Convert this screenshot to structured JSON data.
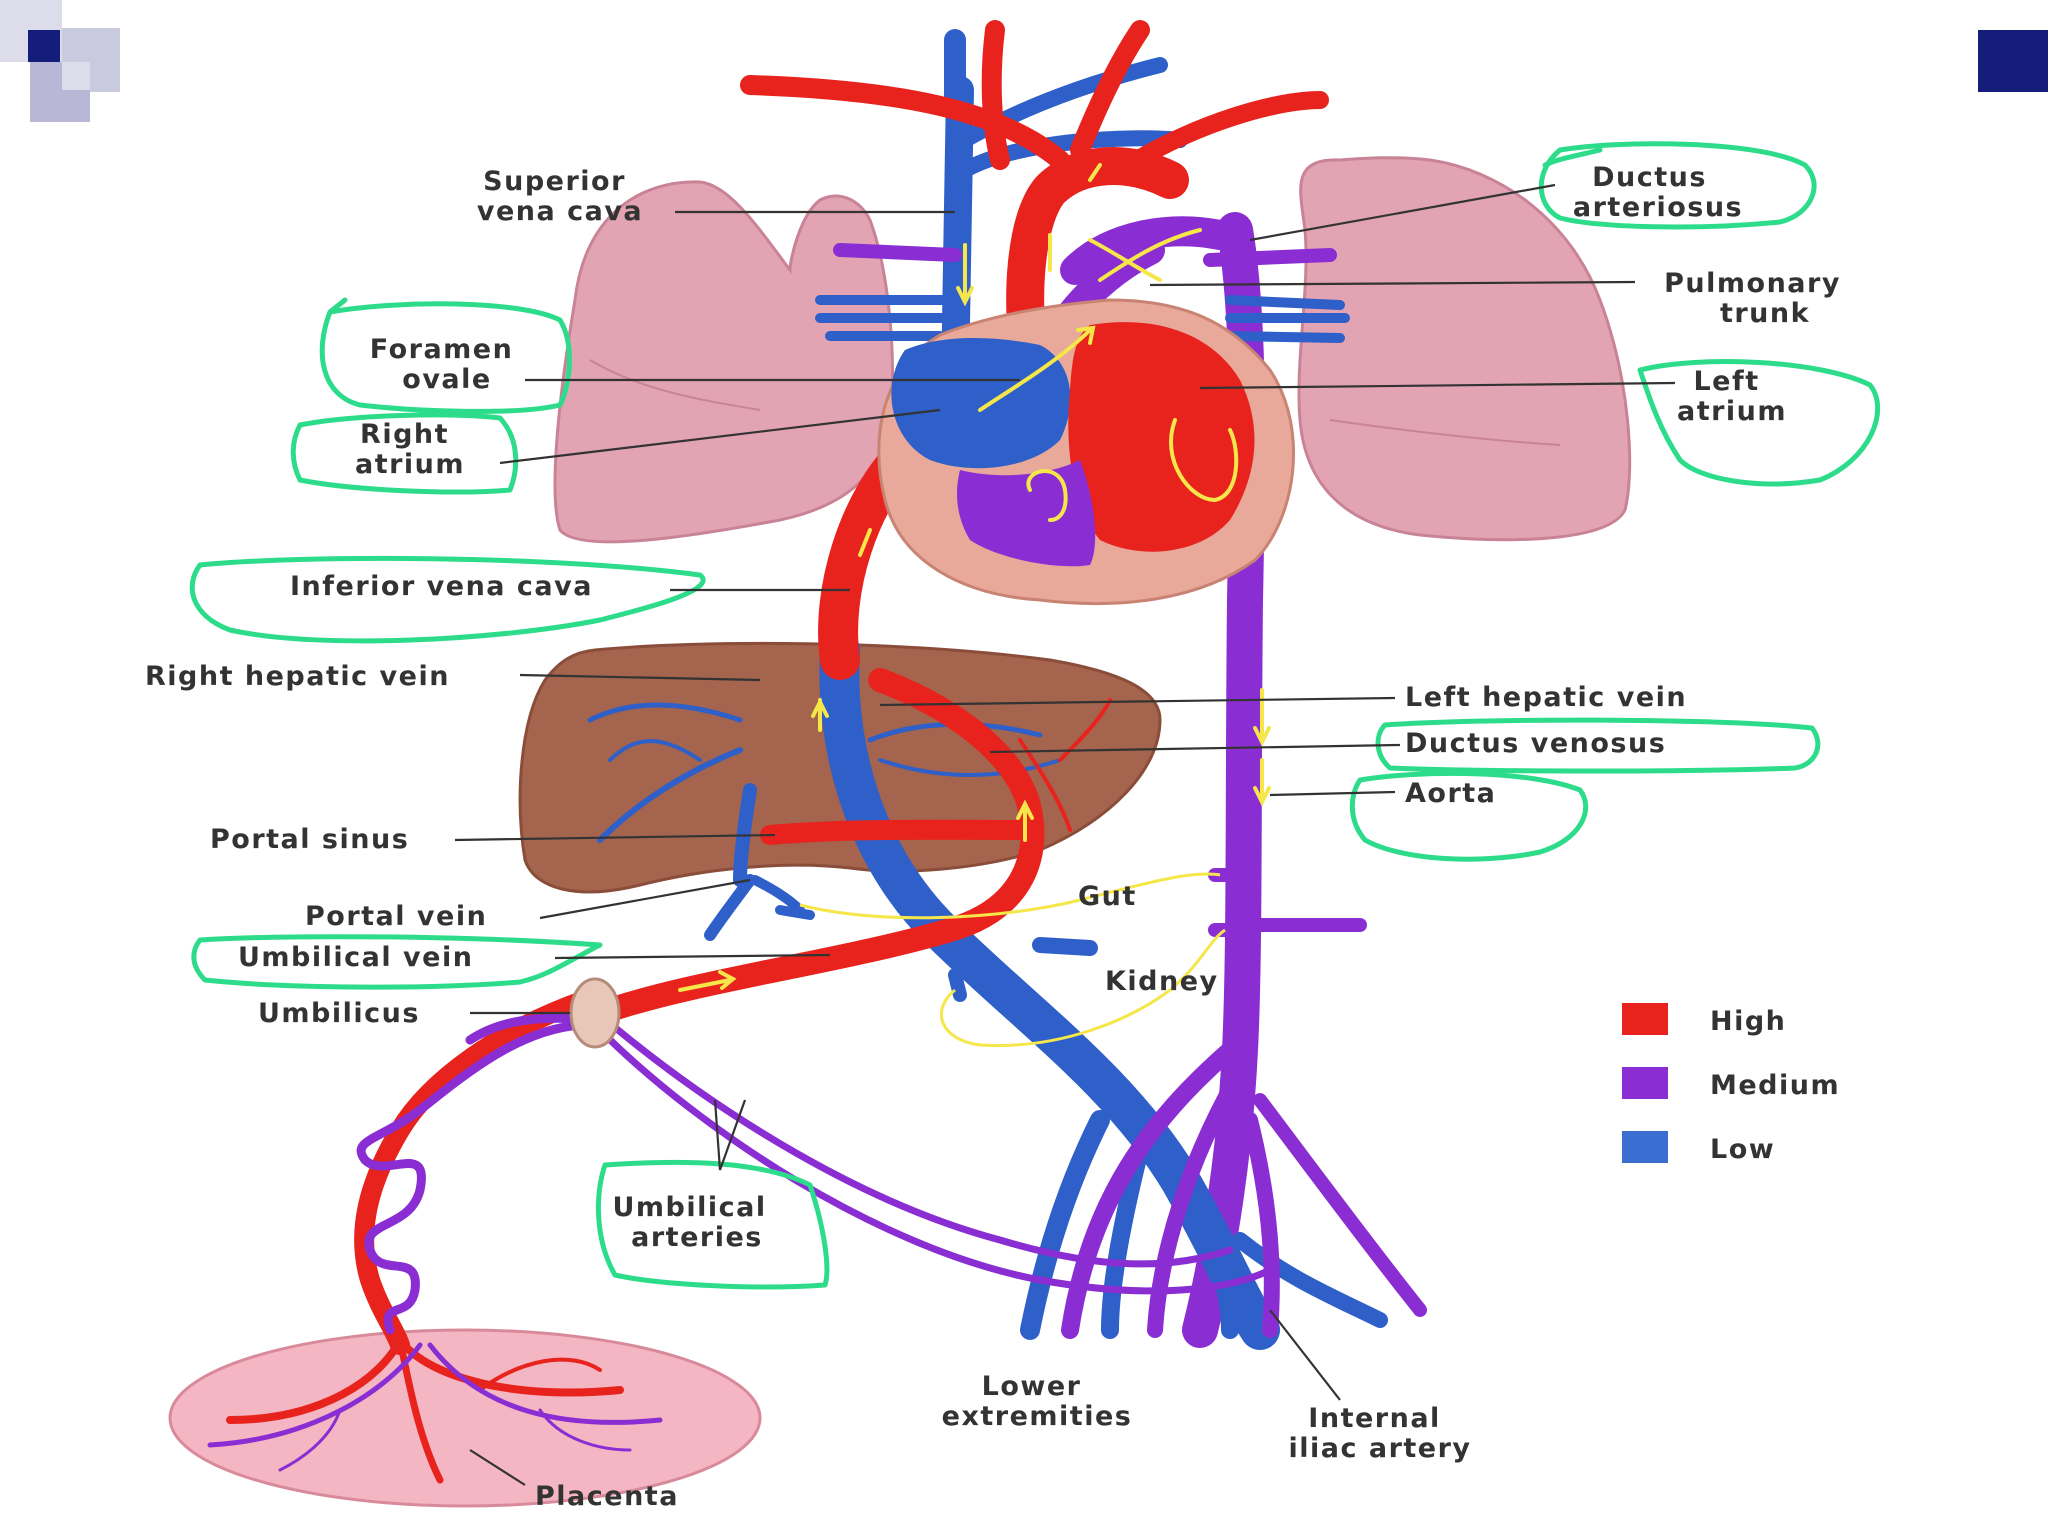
{
  "labels": {
    "superior_vena_cava": [
      "Superior",
      "vena cava"
    ],
    "ductus_arteriosus": [
      "Ductus",
      "arteriosus"
    ],
    "pulmonary_trunk": [
      "Pulmonary",
      "trunk"
    ],
    "foramen_ovale": [
      "Foramen",
      "ovale"
    ],
    "left_atrium": [
      "Left",
      "atrium"
    ],
    "right_atrium": [
      "Right",
      "atrium"
    ],
    "inferior_vena_cava": "Inferior vena cava",
    "right_hepatic_vein": "Right hepatic vein",
    "left_hepatic_vein": "Left hepatic vein",
    "ductus_venosus": "Ductus venosus",
    "aorta": "Aorta",
    "portal_sinus": "Portal sinus",
    "gut": "Gut",
    "portal_vein": "Portal vein",
    "umbilical_vein": "Umbilical vein",
    "kidney": "Kidney",
    "umbilicus": "Umbilicus",
    "umbilical_arteries": [
      "Umbilical",
      "arteries"
    ],
    "lower_extremities": [
      "Lower",
      "extremities"
    ],
    "internal_iliac_artery": [
      "Internal",
      "iliac artery"
    ],
    "placenta": "Placenta"
  },
  "legend": {
    "items": [
      {
        "label": "High",
        "color": "#e8231d"
      },
      {
        "label": "Medium",
        "color": "#8a2ed3"
      },
      {
        "label": "Low",
        "color": "#3a6fd1"
      }
    ]
  },
  "colors": {
    "artery": "#e8231d",
    "vein": "#2f5fc9",
    "mixed": "#8a2ed3",
    "lung": "#e2a3b3",
    "liver": "#a5644d",
    "placenta": "#f5b6c3",
    "highlight": "#2ddc8a",
    "slide_accent": "#141d7a"
  }
}
